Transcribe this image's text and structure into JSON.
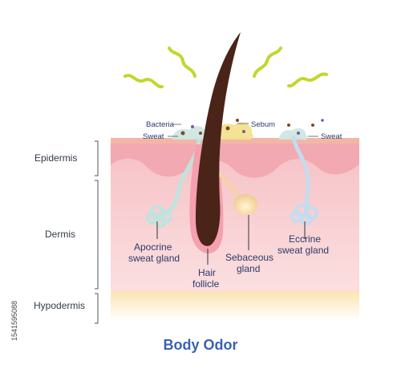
{
  "layers": {
    "epidermis": "Epidermis",
    "dermis": "Dermis",
    "hypodermis": "Hypodermis"
  },
  "callouts": {
    "bacteria": "Bacteria",
    "sweat_left": "Sweat",
    "sebum": "Sebum",
    "sweat_right": "Sweat"
  },
  "structures": {
    "apocrine_line1": "Apocrine",
    "apocrine_line2": "sweat gland",
    "hair_line1": "Hair",
    "hair_line2": "follicle",
    "sebaceous_line1": "Sebaceous",
    "sebaceous_line2": "gland",
    "eccrine_line1": "Eccrine",
    "eccrine_line2": "sweat gland"
  },
  "title": "Body Odor",
  "stock_id": "1541595088",
  "colors": {
    "title": "#3a62b4",
    "odor_waves": "#c3d62e",
    "hair": "#4a2418",
    "skin_surface": "#f2b6a6",
    "dermis": "#f7c9cc",
    "hypodermis": "#fbe6b8"
  }
}
